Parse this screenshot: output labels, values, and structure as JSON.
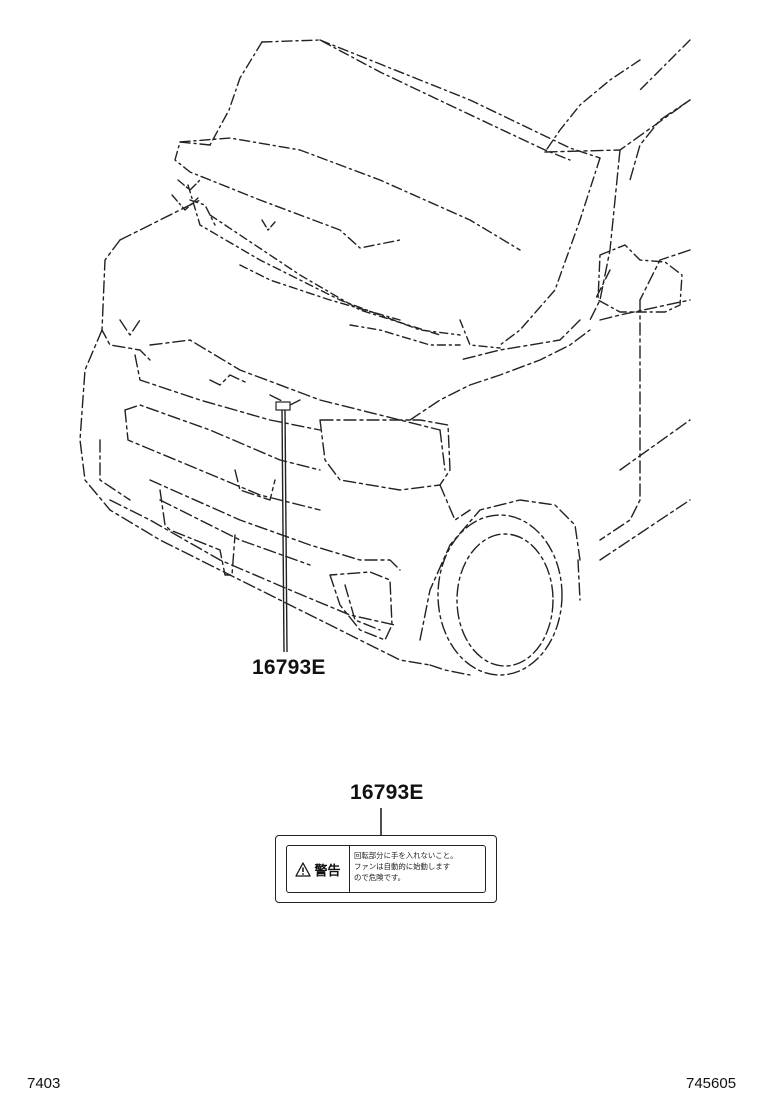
{
  "diagram": {
    "part_callout_main": "16793E",
    "part_callout_label": "16793E",
    "page_code_left": "7403",
    "page_code_right": "745605"
  },
  "warning_label": {
    "icon": "warning-triangle-icon",
    "heading": "警告",
    "lines": [
      "回転部分に手を入れないこと。",
      "ファンは自動的に始動します",
      "ので危険です。"
    ]
  }
}
